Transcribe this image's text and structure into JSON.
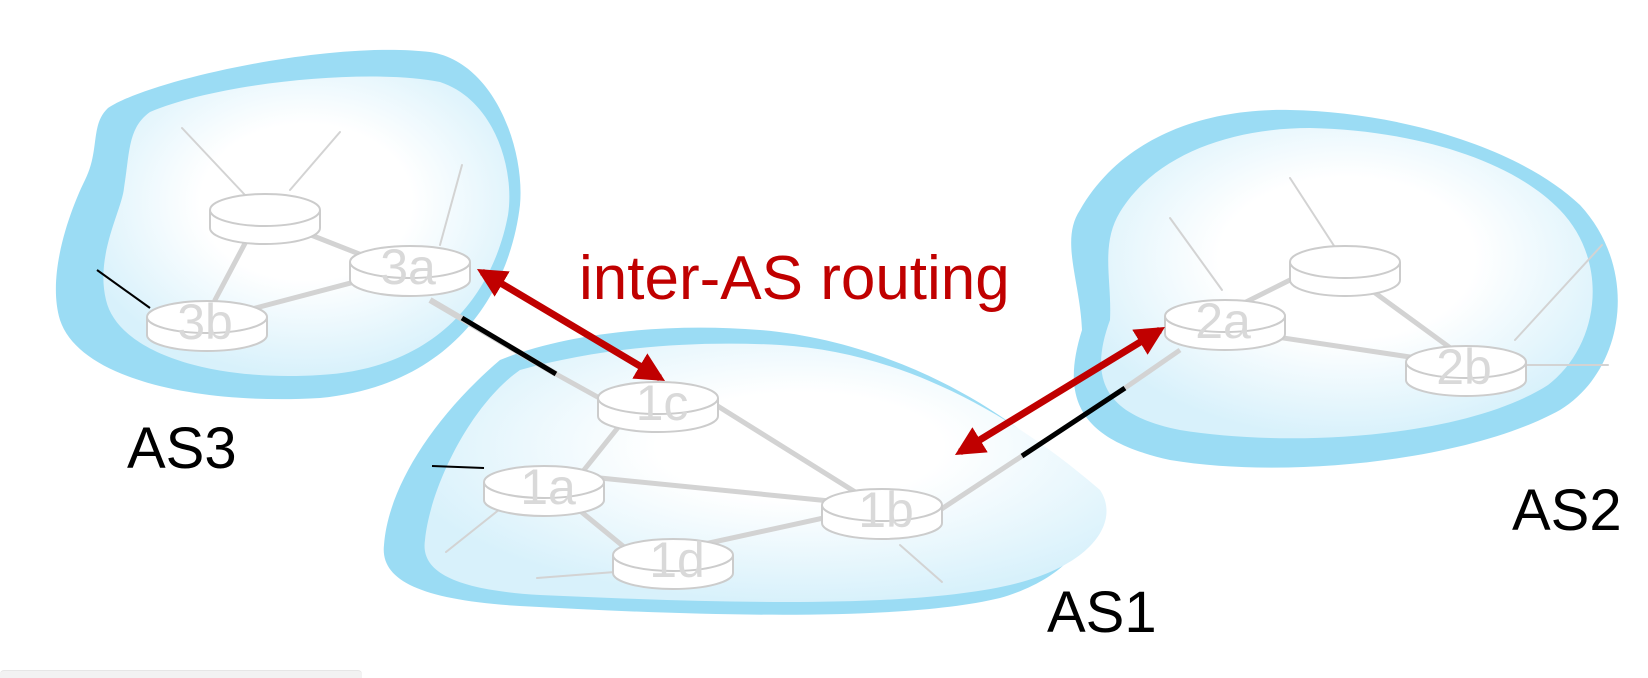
{
  "title": "inter-AS routing",
  "colors": {
    "blob_outer": "#9bdcf4",
    "blob_inner_edge": "#d8f1fb",
    "blob_inner_center": "#ffffff",
    "router_stroke": "#cccccc",
    "router_text": "#d9d9d9",
    "link_gray": "#d3d3d3",
    "link_black": "#000000",
    "accent_red": "#c00000"
  },
  "autonomous_systems": [
    {
      "id": "as3",
      "label": "AS3",
      "routers": [
        "3a",
        "3b"
      ]
    },
    {
      "id": "as1",
      "label": "AS1",
      "routers": [
        "1a",
        "1b",
        "1c",
        "1d"
      ]
    },
    {
      "id": "as2",
      "label": "AS2",
      "routers": [
        "2a",
        "2b"
      ]
    }
  ],
  "routers": {
    "r3a": "3a",
    "r3b": "3b",
    "r3c": "",
    "r1a": "1a",
    "r1b": "1b",
    "r1c": "1c",
    "r1d": "1d",
    "r2a": "2a",
    "r2b": "2b",
    "r2c": ""
  },
  "inter_as_links": [
    {
      "from": "3a",
      "to": "1c"
    },
    {
      "from": "1b",
      "to": "2a"
    }
  ],
  "arrows": [
    {
      "between": [
        "3a",
        "1c"
      ],
      "icon": "double-arrow-icon"
    },
    {
      "between": [
        "1b",
        "2a"
      ],
      "icon": "double-arrow-icon"
    }
  ]
}
